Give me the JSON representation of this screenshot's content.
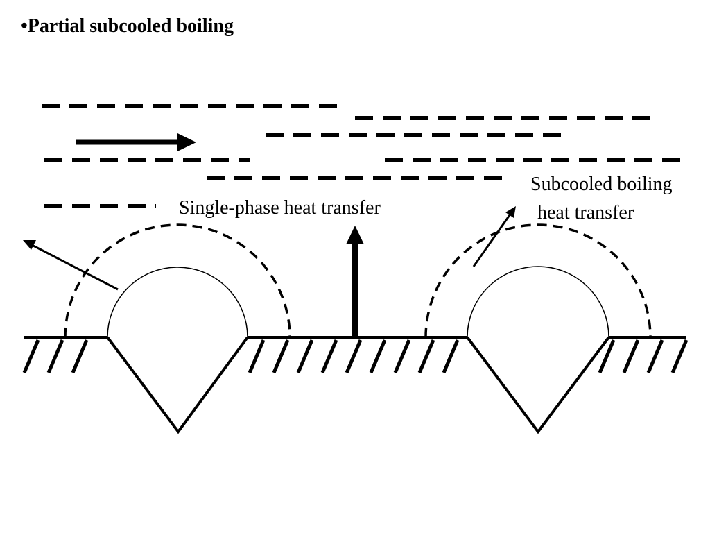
{
  "slide": {
    "title": "•Partial subcooled boiling"
  },
  "labels": {
    "single_phase": "Single-phase heat transfer",
    "subcooled_line1": "Subcooled boiling",
    "subcooled_line2": " heat transfer"
  },
  "colors": {
    "ink": "#000000",
    "background": "#ffffff"
  }
}
